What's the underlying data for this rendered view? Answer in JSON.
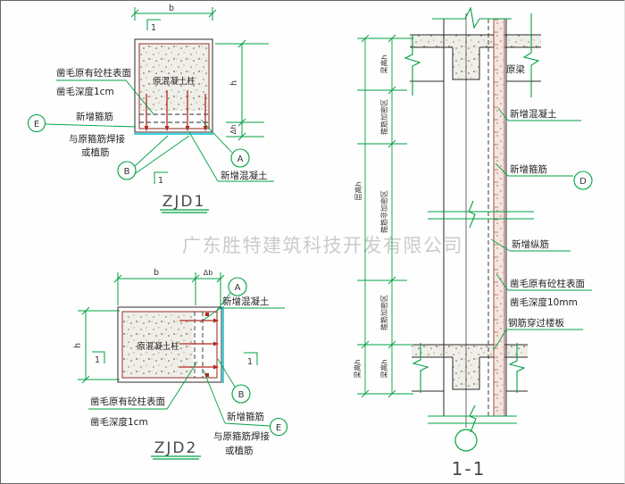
{
  "watermark": {
    "text": "广东胜特建筑科技开发有限公司"
  },
  "colors": {
    "dimension_green": "#00a143",
    "drawing_black": "#2a2a2a",
    "rebar_red": "#b4281e",
    "column_face_red": "#9e4b44",
    "new_face_cyan": "#00c3cf",
    "watermark_gray": "#cbcbcb"
  },
  "zjd1": {
    "title": "ZJD1",
    "column_label": "原混凝土柱",
    "section_mark": "1",
    "dims": {
      "b": "b",
      "h": "h",
      "dh": "Δh"
    },
    "notes": {
      "chisel_line1": "凿毛原有砼柱表面",
      "chisel_line2": "凿毛深度1cm",
      "stirrup_line1": "新增箍筋",
      "stirrup_line2": "与原箍筋焊接",
      "stirrup_line3": "或植筋",
      "new_concrete": "新增混凝土"
    },
    "bubbles": {
      "a": "A",
      "b": "B",
      "e": "E"
    }
  },
  "zjd2": {
    "title": "ZJD2",
    "column_label": "原混凝土柱",
    "section_mark": "1",
    "dims": {
      "b": "b",
      "db": "Δb",
      "h": "h"
    },
    "notes": {
      "chisel_line1": "凿毛原有砼柱表面",
      "chisel_line2": "凿毛深度1cm",
      "stirrup_line1": "新增箍筋",
      "stirrup_line2": "与原箍筋焊接",
      "stirrup_line3": "或植筋",
      "new_concrete": "新增混凝土"
    },
    "bubbles": {
      "a": "A",
      "b": "B",
      "e": "E"
    }
  },
  "section11": {
    "title": "1-1",
    "bubble_d": "D",
    "labels": {
      "original_beam": "原梁",
      "new_concrete": "新增混凝土",
      "new_stirrup": "新增箍筋",
      "new_longbar": "新增纵筋",
      "chisel_line1": "凿毛原有砼柱表面",
      "chisel_line2": "凿毛深度10mm",
      "rebar_through_slab": "钢筋穿过楼板"
    },
    "dims": {
      "storey_height": "层高h",
      "beam_height_top": "梁高h",
      "dense_zone_top": "箍筋加密区",
      "non_dense_zone": "箍筋非加密区",
      "dense_zone_bottom": "箍筋加密区",
      "beam_height_bottom": "梁高h"
    }
  }
}
